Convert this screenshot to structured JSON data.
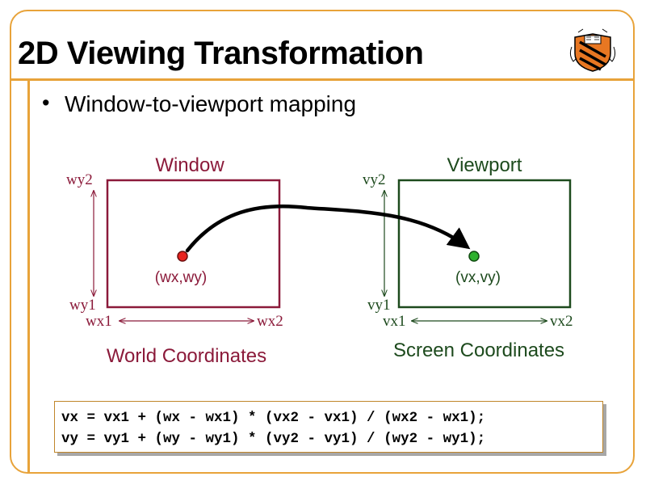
{
  "slide": {
    "title": "2D Viewing Transformation",
    "bullet": "Window-to-viewport mapping"
  },
  "window": {
    "title": "Window",
    "point": "(wx,wy)",
    "y_top": "wy2",
    "y_bottom": "wy1",
    "x_left": "wx1",
    "x_right": "wx2",
    "caption": "World Coordinates"
  },
  "viewport": {
    "title": "Viewport",
    "point": "(vx,vy)",
    "y_top": "vy2",
    "y_bottom": "vy1",
    "x_left": "vx1",
    "x_right": "vx2",
    "caption": "Screen Coordinates"
  },
  "formula": {
    "line1": "vx = vx1 + (wx - wx1) * (vx2 - vx1) / (wx2 - wx1);",
    "line2": "vy = vy1 + (wy - wy1) * (vy2 - vy1) / (wy2 - wy1);"
  },
  "colors": {
    "accent": "#e8a33a",
    "window": "#8b1a3a",
    "viewport": "#1d4a1d",
    "point_window": "#e8231f",
    "point_viewport": "#2db12d"
  },
  "icons": {
    "logo": "princeton-shield-icon"
  }
}
